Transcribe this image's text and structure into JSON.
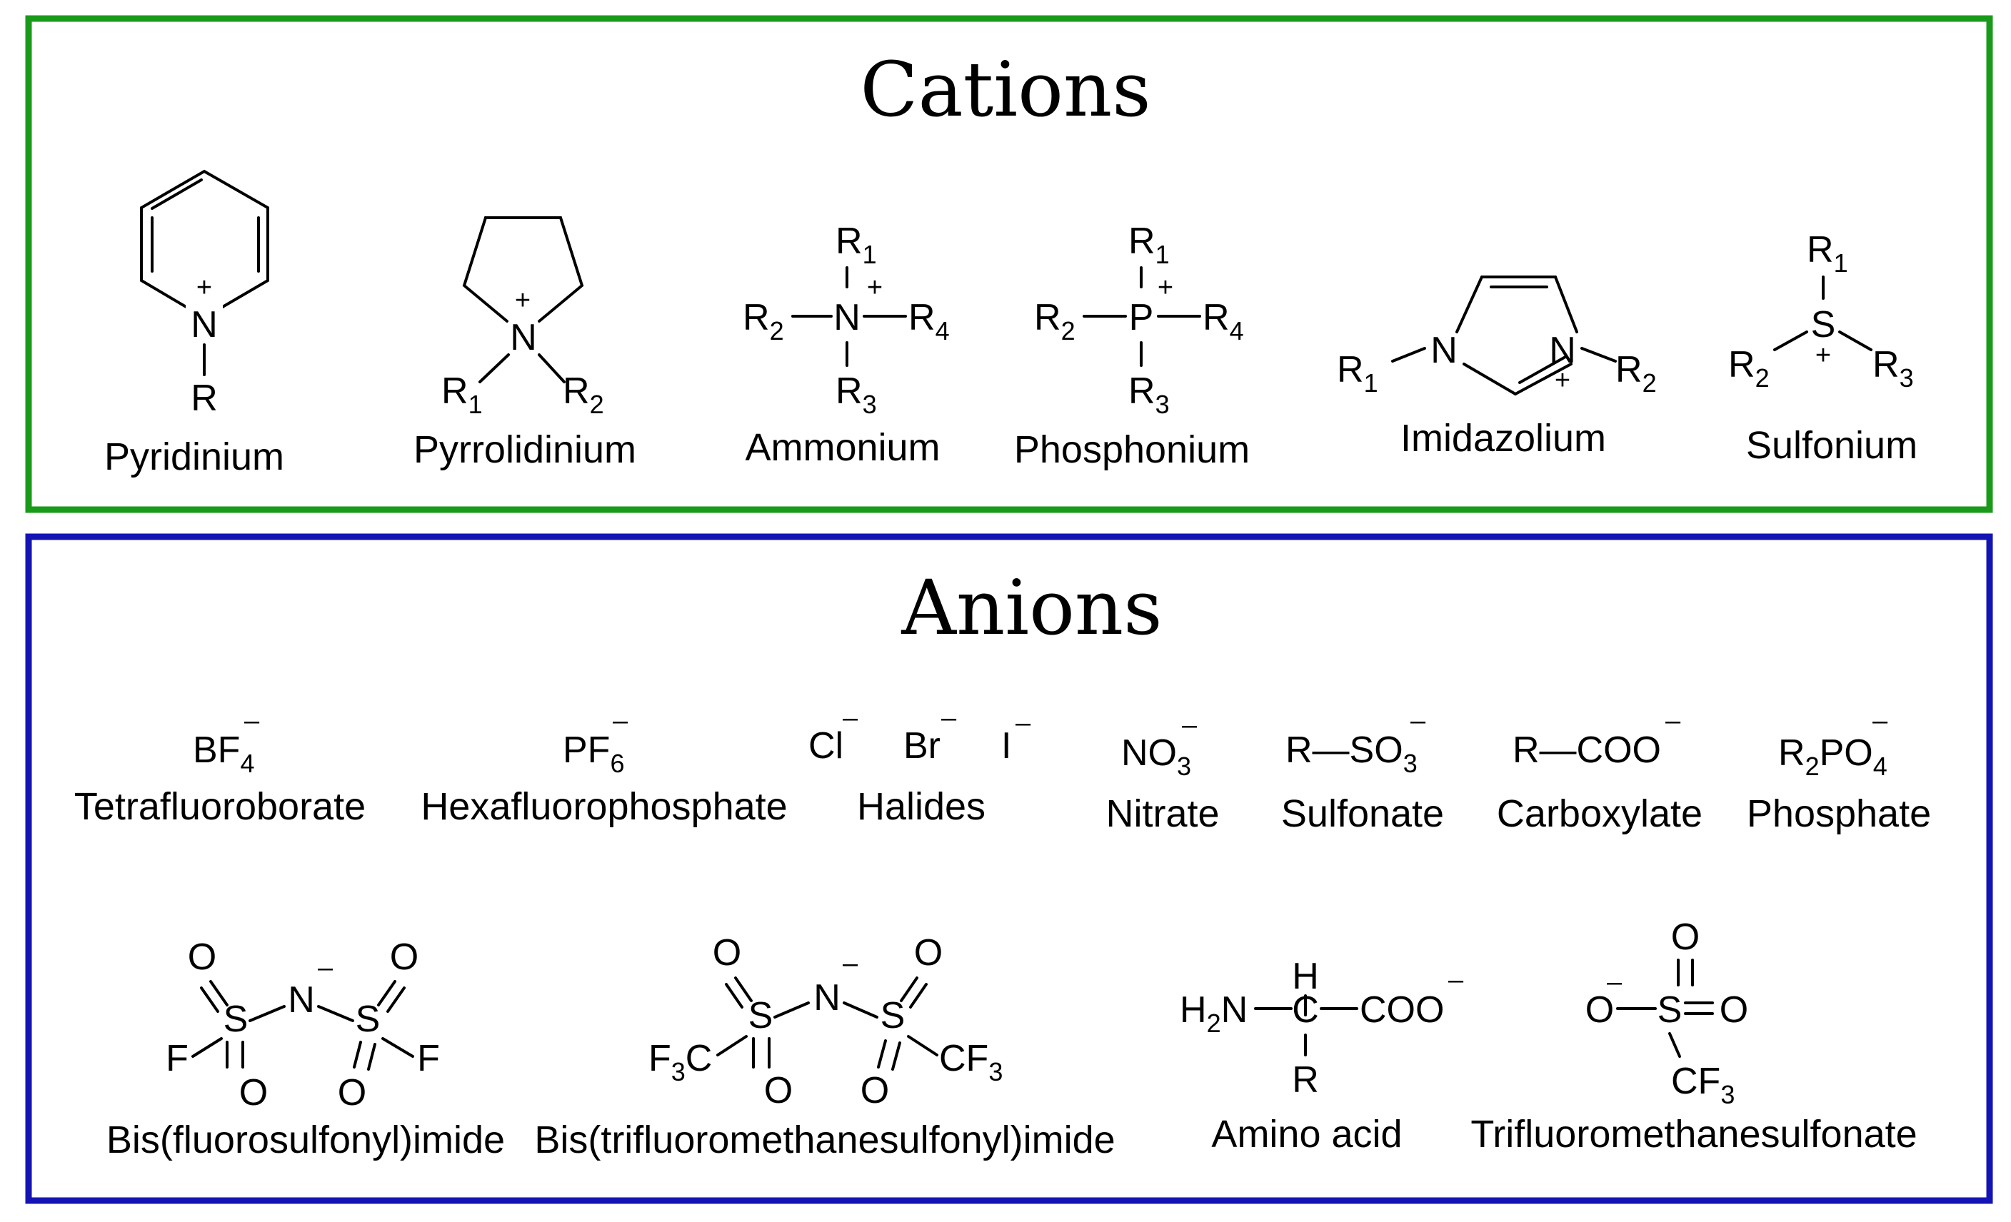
{
  "cations": {
    "title": "Cations",
    "border_color": "#1a9a1a",
    "pyridinium": {
      "name": "Pyridinium",
      "n": "N",
      "plus": "+",
      "r": "R"
    },
    "pyrrolidinium": {
      "name": "Pyrrolidinium",
      "n": "N",
      "plus": "+",
      "r1": "R",
      "r1_sub": "1",
      "r2": "R",
      "r2_sub": "2"
    },
    "ammonium": {
      "name": "Ammonium",
      "center": "N",
      "plus": "+",
      "r": "R",
      "sub1": "1",
      "sub2": "2",
      "sub3": "3",
      "sub4": "4"
    },
    "phosphonium": {
      "name": "Phosphonium",
      "center": "P",
      "plus": "+",
      "r": "R",
      "sub1": "1",
      "sub2": "2",
      "sub3": "3",
      "sub4": "4"
    },
    "imidazolium": {
      "name": "Imidazolium",
      "n": "N",
      "plus": "+",
      "r": "R",
      "sub1": "1",
      "sub2": "2"
    },
    "sulfonium": {
      "name": "Sulfonium",
      "center": "S",
      "plus": "+",
      "r": "R",
      "sub1": "1",
      "sub2": "2",
      "sub3": "3"
    }
  },
  "anions": {
    "title": "Anions",
    "border_color": "#1414b4",
    "minus": "–",
    "tetrafluoroborate": {
      "name": "Tetrafluoroborate",
      "formula": "BF",
      "sub": "4"
    },
    "hexafluorophosphate": {
      "name": "Hexafluorophosphate",
      "formula": "PF",
      "sub": "6"
    },
    "halides": {
      "name": "Halides",
      "cl": "Cl",
      "br": "Br",
      "i": "I"
    },
    "nitrate": {
      "name": "Nitrate",
      "formula": "NO",
      "sub": "3"
    },
    "sulfonate": {
      "name": "Sulfonate",
      "formula": "R—SO",
      "sub": "3"
    },
    "carboxylate": {
      "name": "Carboxylate",
      "formula": "R—COO"
    },
    "phosphate": {
      "name": "Phosphate",
      "r": "R",
      "r_sub": "2",
      "po": "PO",
      "po_sub": "4"
    },
    "fsi": {
      "name": "Bis(fluorosulfonyl)imide",
      "o": "O",
      "s": "S",
      "n": "N",
      "f": "F"
    },
    "tfsi": {
      "name": "Bis(trifluoromethanesulfonyl)imide",
      "o": "O",
      "s": "S",
      "n": "N",
      "f3c": "F",
      "f3c_sub": "3",
      "f3c_tail": "C",
      "cf": "CF",
      "cf_sub": "3"
    },
    "amino_acid": {
      "name": "Amino acid",
      "h": "H",
      "h2n": "H",
      "h2n_sub": "2",
      "h2n_tail": "N",
      "c": "C",
      "coo": "COO",
      "r": "R"
    },
    "triflate": {
      "name": "Trifluoromethanesulfonate",
      "o": "O",
      "s": "S",
      "cf": "CF",
      "cf_sub": "3"
    }
  }
}
